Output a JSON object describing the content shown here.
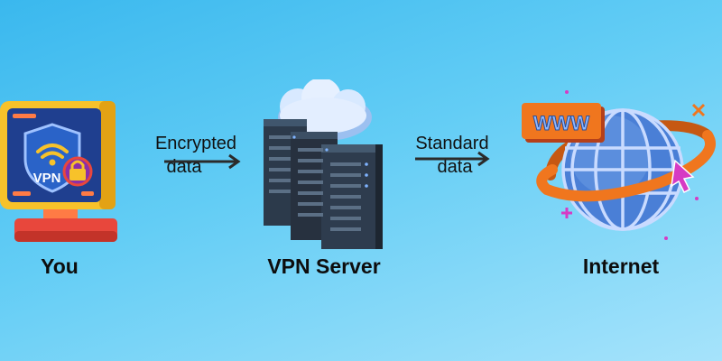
{
  "nodes": {
    "you": {
      "label": "You",
      "screen_text": "VPN"
    },
    "server": {
      "label": "VPN Server"
    },
    "internet": {
      "label": "Internet",
      "sign_text": "WWW"
    }
  },
  "arrows": {
    "first": {
      "line1": "Encrypted",
      "line2": "data"
    },
    "second": {
      "line1": "Standard",
      "line2": "data"
    }
  },
  "colors": {
    "background_start": "#3ab8ee",
    "background_end": "#a6e3fb",
    "monitor_frame": "#f7c22a",
    "monitor_base": "#e8473c",
    "screen": "#1f3f8f",
    "shield": "#2a63c8",
    "server_body": "#2c3a4b",
    "cloud": "#d8e9ff",
    "globe": "#4a7fd6",
    "ring": "#f0761e",
    "accent_pink": "#d63bc4"
  }
}
